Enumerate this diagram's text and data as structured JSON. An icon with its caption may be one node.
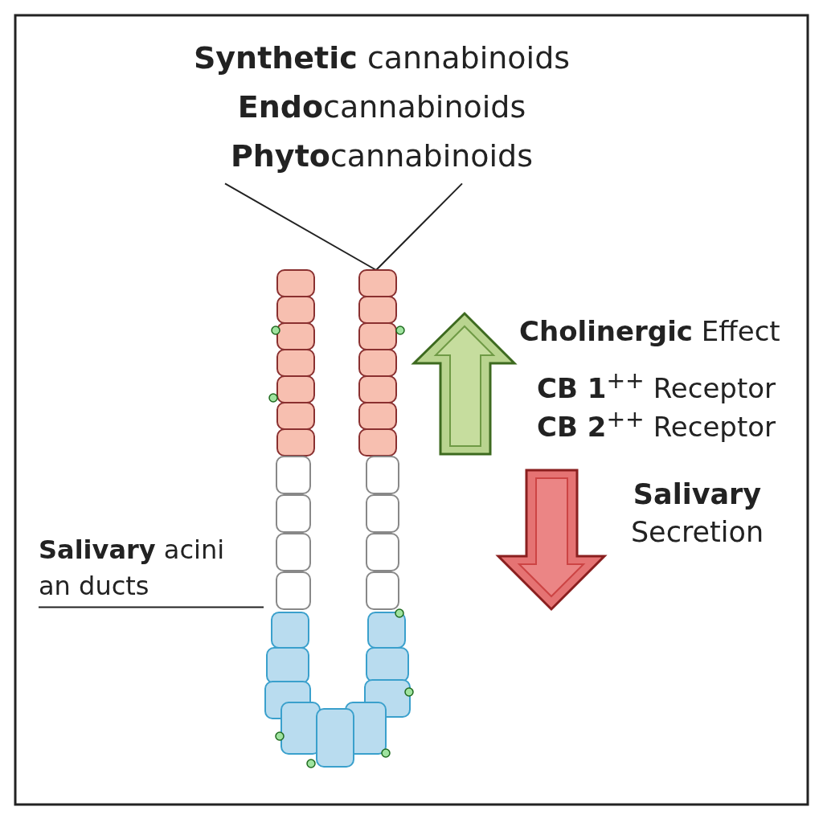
{
  "diagram": {
    "nodes": [
      {
        "text": [
          "**Synthetic** cannabinoids",
          "**Endo**cannabinoids",
          "**Phyto**cannabinoids"
        ]
      },
      {
        "text": [],
        "shape": "picture"
      },
      {
        "text": [
          "**Salivary** acini an ducts"
        ]
      }
    ],
    "edges": [
      {
        "from": 0,
        "to": 1,
        "arrow": "none"
      },
      {
        "from": 2,
        "to": 1,
        "arrow": "none"
      }
    ],
    "labels": [
      "**Cholinergic** Effect",
      "**CB 1**$^{++}$ Receptor",
      "**CB 2**$^{++}$ Receptor",
      "**Salivary** Secretion"
    ]
  }
}
